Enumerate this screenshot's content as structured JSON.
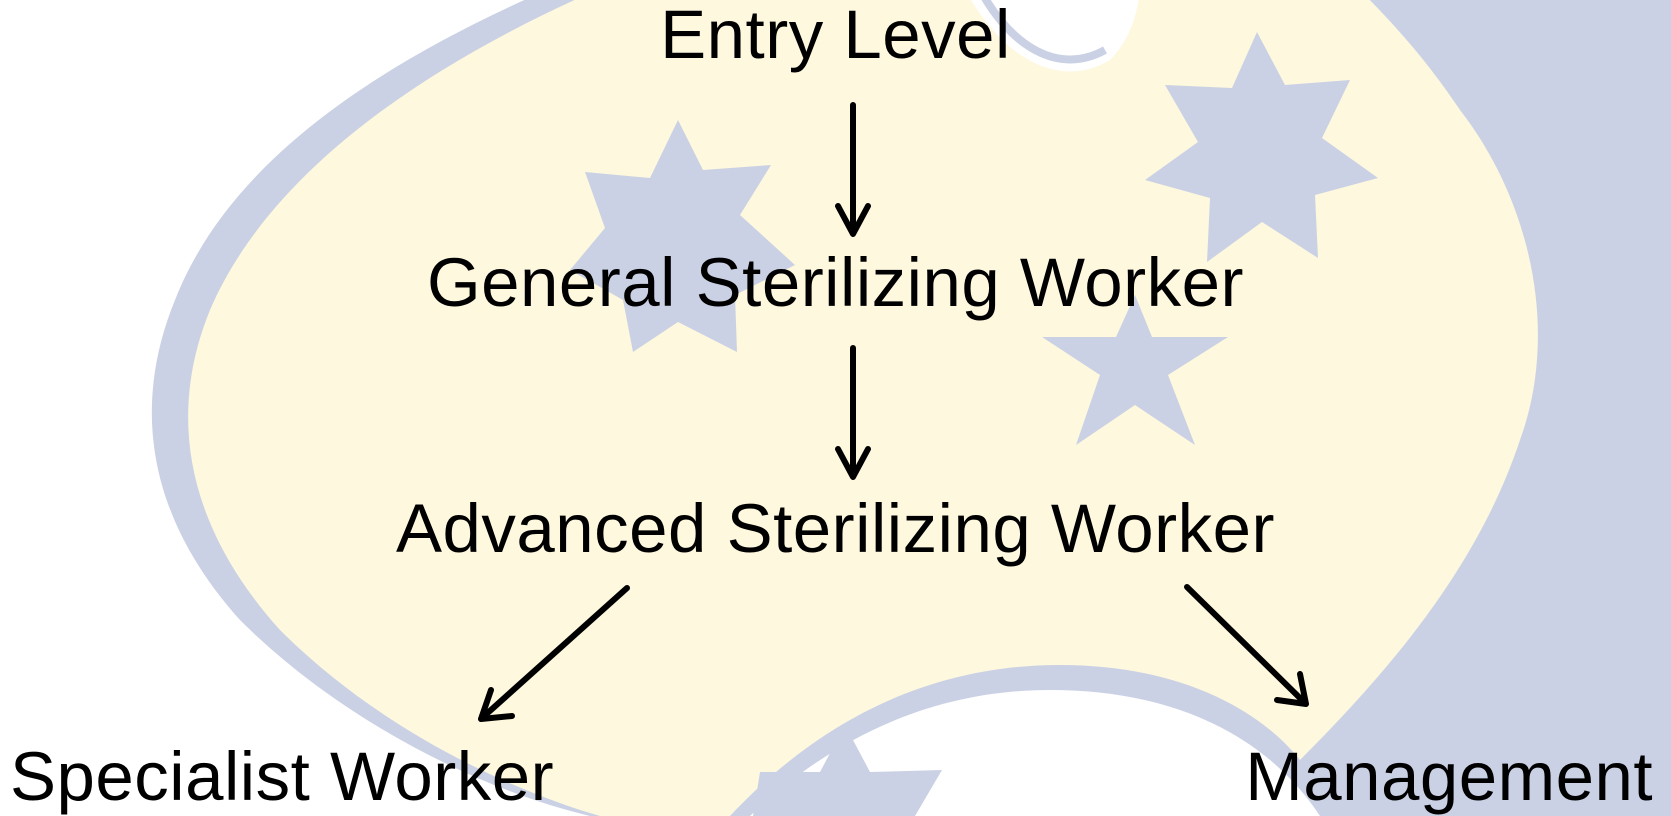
{
  "diagram": {
    "nodes": [
      {
        "id": "entry",
        "label": "Entry Level"
      },
      {
        "id": "general",
        "label": "General Sterilizing Worker"
      },
      {
        "id": "advanced",
        "label": "Advanced Sterilizing Worker"
      },
      {
        "id": "specialist",
        "label": "Specialist Worker"
      },
      {
        "id": "management",
        "label": "Management"
      }
    ],
    "edges": [
      {
        "from": "entry",
        "to": "general"
      },
      {
        "from": "general",
        "to": "advanced"
      },
      {
        "from": "advanced",
        "to": "specialist"
      },
      {
        "from": "advanced",
        "to": "management"
      }
    ]
  },
  "colors": {
    "background": "#ffffff",
    "map_fill": "#fdf8de",
    "map_outline": "#cbd1e4",
    "star": "#cbd1e4",
    "text": "#000000",
    "arrow": "#000000"
  },
  "background_graphic": {
    "shape": "australia-map",
    "decoration": "seven-point-stars"
  }
}
